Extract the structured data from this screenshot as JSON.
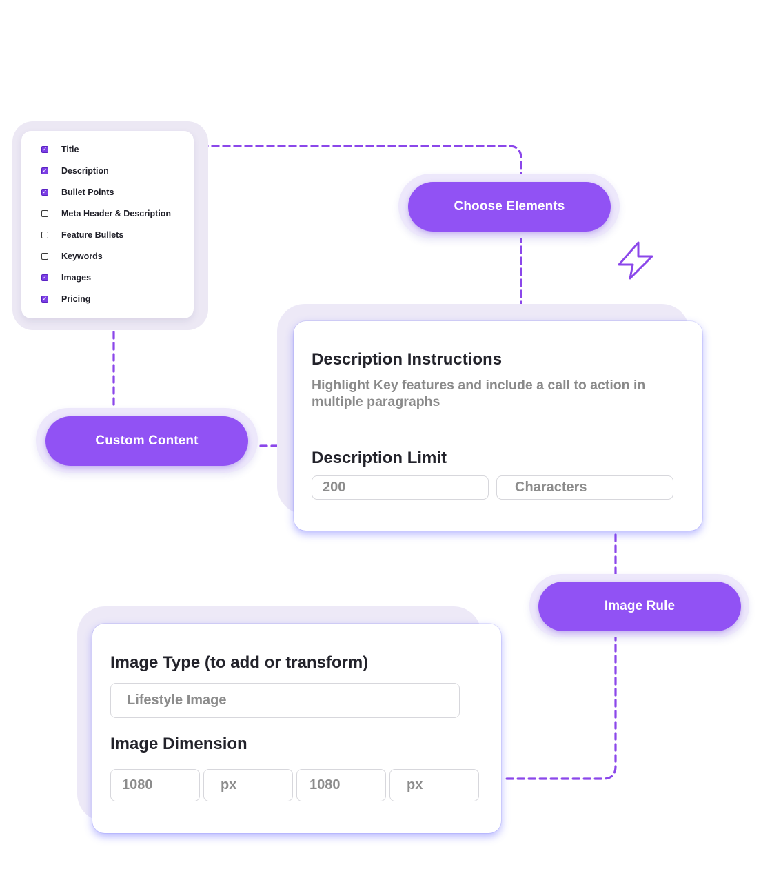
{
  "checklist": {
    "items": [
      {
        "label": "Title",
        "checked": true
      },
      {
        "label": "Description",
        "checked": true
      },
      {
        "label": "Bullet Points",
        "checked": true
      },
      {
        "label": "Meta Header & Description",
        "checked": false
      },
      {
        "label": "Feature Bullets",
        "checked": false
      },
      {
        "label": "Keywords",
        "checked": false
      },
      {
        "label": "Images",
        "checked": true
      },
      {
        "label": "Pricing",
        "checked": true
      }
    ],
    "check_glyph": "✓"
  },
  "pills": {
    "choose_elements": "Choose Elements",
    "custom_content": "Custom Content",
    "image_rule": "Image Rule"
  },
  "description_card": {
    "instructions_heading": "Description Instructions",
    "instructions_text": "Highlight Key features and include a call to action in multiple paragraphs",
    "limit_heading": "Description Limit",
    "limit_value": "200",
    "limit_unit": "Characters"
  },
  "image_card": {
    "type_heading": "Image Type (to add or transform)",
    "type_value": "Lifestyle Image",
    "dimension_heading": "Image Dimension",
    "width_value": "1080",
    "width_unit": "px",
    "height_value": "1080",
    "height_unit": "px"
  },
  "colors": {
    "accent": "#9152f4",
    "connector": "#8b47ea",
    "check_fill": "#7b3fe4",
    "halo": "#ede9f7"
  },
  "icons": {
    "lightning": "lightning-icon"
  }
}
